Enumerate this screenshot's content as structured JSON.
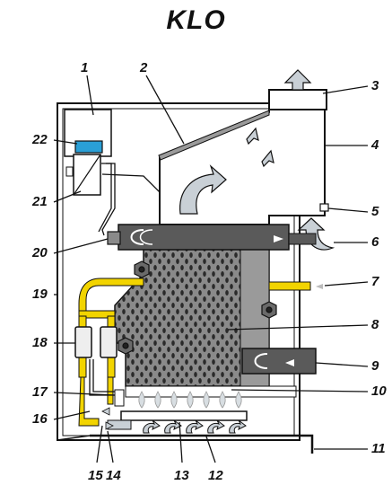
{
  "title": "KLO",
  "colors": {
    "gas_pipe": "#f2d400",
    "heat_exchanger": "#7f7f7f",
    "water_pipe": "#5a5a5a",
    "air_arrow": "#c9d0d6",
    "control_box_blue": "#2a9fd6",
    "flame": "#d8dee2"
  },
  "callouts": [
    {
      "number": "1"
    },
    {
      "number": "2"
    },
    {
      "number": "3"
    },
    {
      "number": "4"
    },
    {
      "number": "5"
    },
    {
      "number": "6"
    },
    {
      "number": "7"
    },
    {
      "number": "8"
    },
    {
      "number": "9"
    },
    {
      "number": "10"
    },
    {
      "number": "11"
    },
    {
      "number": "12"
    },
    {
      "number": "13"
    },
    {
      "number": "14"
    },
    {
      "number": "15"
    },
    {
      "number": "16"
    },
    {
      "number": "17"
    },
    {
      "number": "18"
    },
    {
      "number": "19"
    },
    {
      "number": "20"
    },
    {
      "number": "21"
    },
    {
      "number": "22"
    }
  ]
}
